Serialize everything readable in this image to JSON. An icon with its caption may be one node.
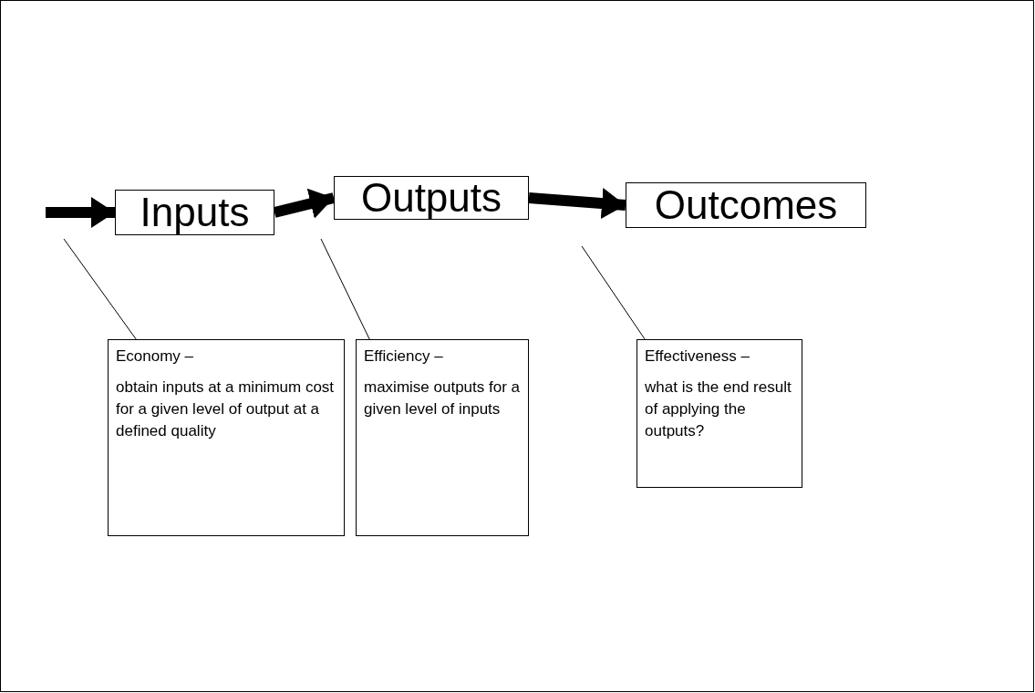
{
  "diagram": {
    "nodes": [
      {
        "text": [
          "Inputs"
        ]
      },
      {
        "text": [
          "Outputs"
        ]
      },
      {
        "text": [
          "Outcomes"
        ]
      },
      {
        "text": [
          "Economy –",
          "obtain inputs at a minimum cost for a given level of output at a defined quality"
        ]
      },
      {
        "text": [
          "Efficiency –",
          "maximise outputs for a given level of inputs"
        ]
      },
      {
        "text": [
          "Effectiveness –",
          "what is the end result of applying the outputs?"
        ]
      }
    ],
    "edges": [
      {
        "from": null,
        "to": 0,
        "arrow": "to",
        "style": "thick"
      },
      {
        "from": 0,
        "to": 1,
        "arrow": "to",
        "style": "thick"
      },
      {
        "from": 1,
        "to": 2,
        "arrow": "to",
        "style": "thick"
      },
      {
        "from": 3,
        "to": null,
        "arrow": "none"
      },
      {
        "from": 4,
        "to": null,
        "arrow": "none"
      },
      {
        "from": 5,
        "to": null,
        "arrow": "none"
      }
    ]
  }
}
